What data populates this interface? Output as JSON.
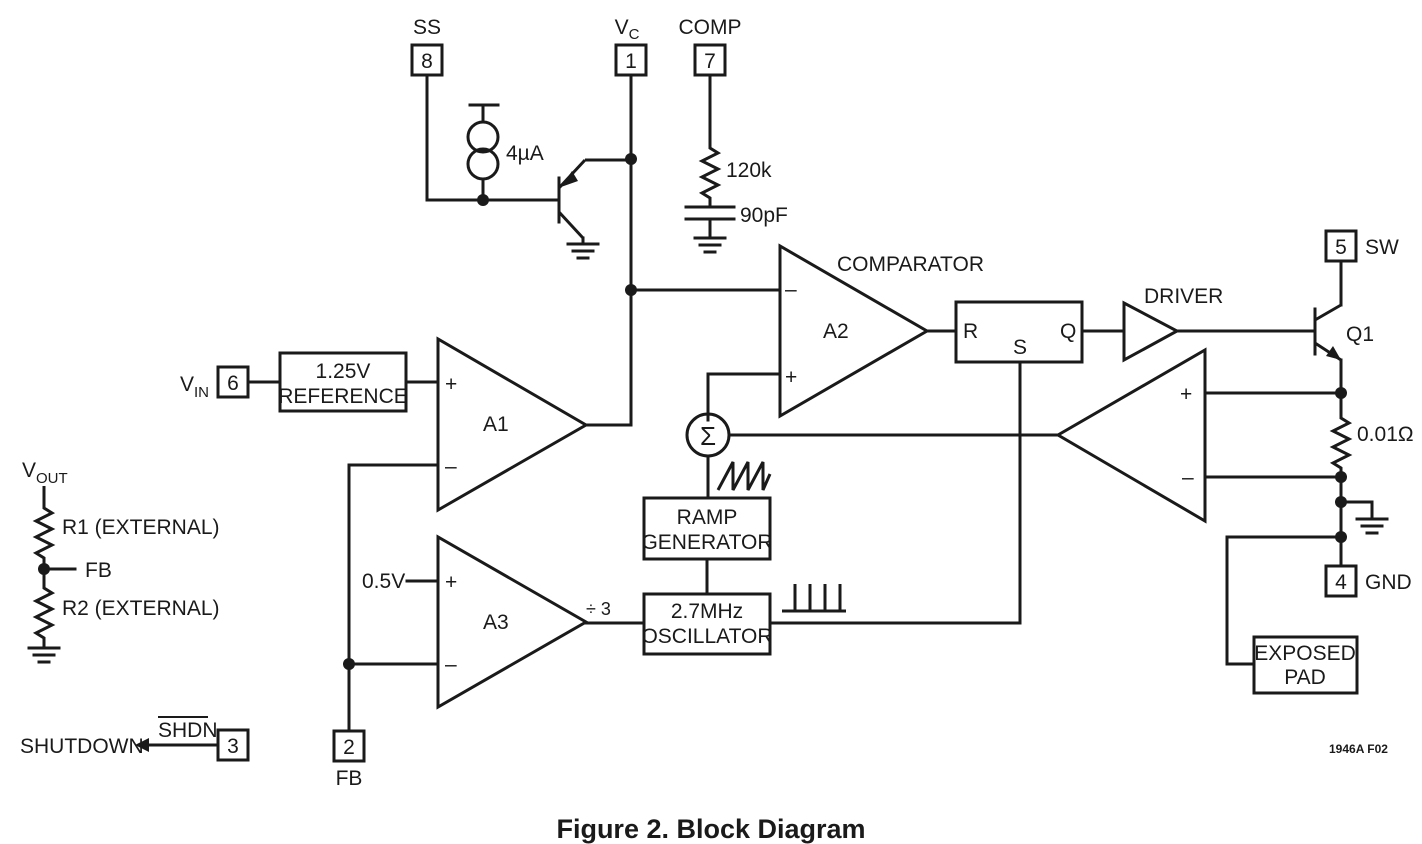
{
  "figure": {
    "caption": "Figure 2. Block Diagram",
    "code": "1946A F02"
  },
  "pins": {
    "ss": {
      "number": "8",
      "name": "SS"
    },
    "vc": {
      "number": "1",
      "name": "V",
      "sub": "C"
    },
    "comp": {
      "number": "7",
      "name": "COMP"
    },
    "sw": {
      "number": "5",
      "name": "SW"
    },
    "vin": {
      "number": "6",
      "name": "V",
      "sub": "IN"
    },
    "fb": {
      "number": "2",
      "name": "FB"
    },
    "shdn": {
      "number": "3",
      "name": "SHDN"
    },
    "gnd": {
      "number": "4",
      "name": "GND"
    }
  },
  "blocks": {
    "reference": {
      "line1": "1.25V",
      "line2": "REFERENCE"
    },
    "ramp": {
      "line1": "RAMP",
      "line2": "GENERATOR"
    },
    "oscillator": {
      "line1": "2.7MHz",
      "line2": "OSCILLATOR"
    },
    "exposed_pad": {
      "line1": "EXPOSED",
      "line2": "PAD"
    },
    "latch": {
      "r": "R",
      "s": "S",
      "q": "Q"
    }
  },
  "amplifiers": {
    "a1": {
      "name": "A1",
      "plus": "+",
      "minus": "–"
    },
    "a2": {
      "name": "A2",
      "plus": "+",
      "minus": "–"
    },
    "a3": {
      "name": "A3",
      "plus": "+",
      "minus": "–"
    },
    "current_sense": {
      "plus": "+",
      "minus": "–"
    }
  },
  "labels": {
    "comparator": "COMPARATOR",
    "driver": "DRIVER",
    "q1": "Q1",
    "sigma": "Σ",
    "current_source": "4µA",
    "resistor_comp": "120k",
    "cap_comp": "90pF",
    "sense_resistor": "0.01Ω",
    "r1": "R1 (EXTERNAL)",
    "r2": "R2 (EXTERNAL)",
    "fb_node": "FB",
    "vout": "V",
    "vout_sub": "OUT",
    "ref_half": "0.5V",
    "divider": "÷ 3",
    "shutdown": "SHUTDOWN"
  }
}
